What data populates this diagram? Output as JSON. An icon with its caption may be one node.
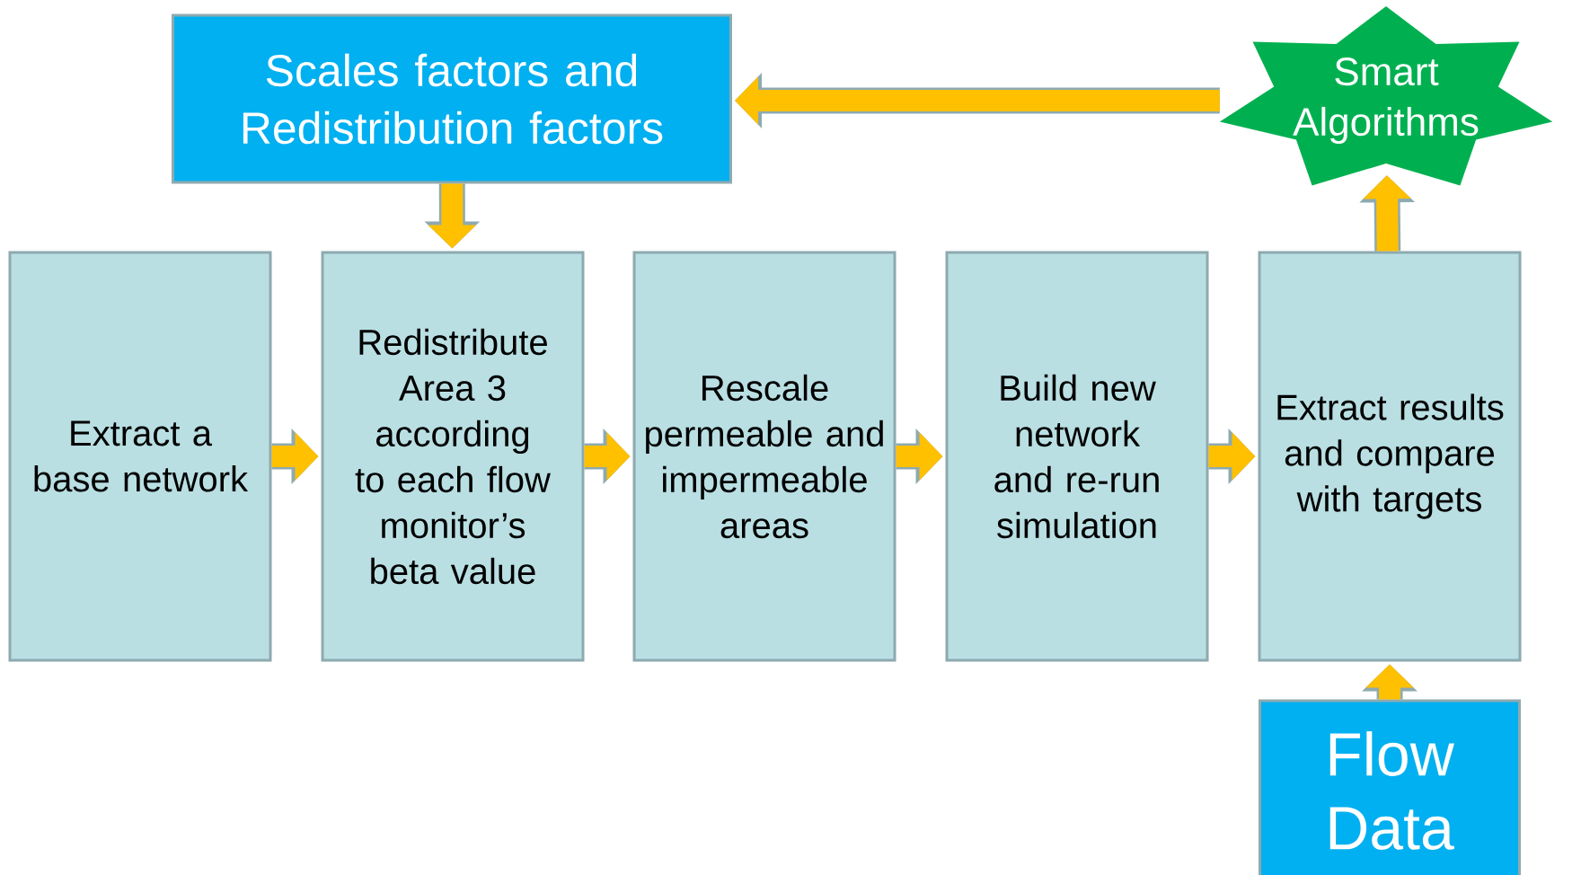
{
  "diagram": {
    "nodes": [
      {
        "text": [
          "Scales factors and Redistribution factors"
        ]
      },
      {
        "text": [
          "Smart Algorithms"
        ]
      },
      {
        "text": [
          "Extract a base network"
        ]
      },
      {
        "text": [
          "Redistribute Area 3 according to each flow monitor’s beta value"
        ]
      },
      {
        "text": [
          "Rescale permeable and impermeable areas"
        ]
      },
      {
        "text": [
          "Build new network and re-run simulation"
        ]
      },
      {
        "text": [
          "Extract results and compare with targets"
        ]
      },
      {
        "text": [
          "Flow Data"
        ]
      }
    ],
    "edges": [
      {
        "from": 1,
        "to": 0,
        "arrow": "to"
      },
      {
        "from": 0,
        "to": 3,
        "arrow": "to"
      },
      {
        "from": 2,
        "to": 3,
        "arrow": "to"
      },
      {
        "from": 3,
        "to": 4,
        "arrow": "to"
      },
      {
        "from": 4,
        "to": 5,
        "arrow": "to"
      },
      {
        "from": 5,
        "to": 6,
        "arrow": "to"
      },
      {
        "from": 6,
        "to": 1,
        "arrow": "to"
      },
      {
        "from": 7,
        "to": 6,
        "arrow": "to"
      }
    ]
  }
}
